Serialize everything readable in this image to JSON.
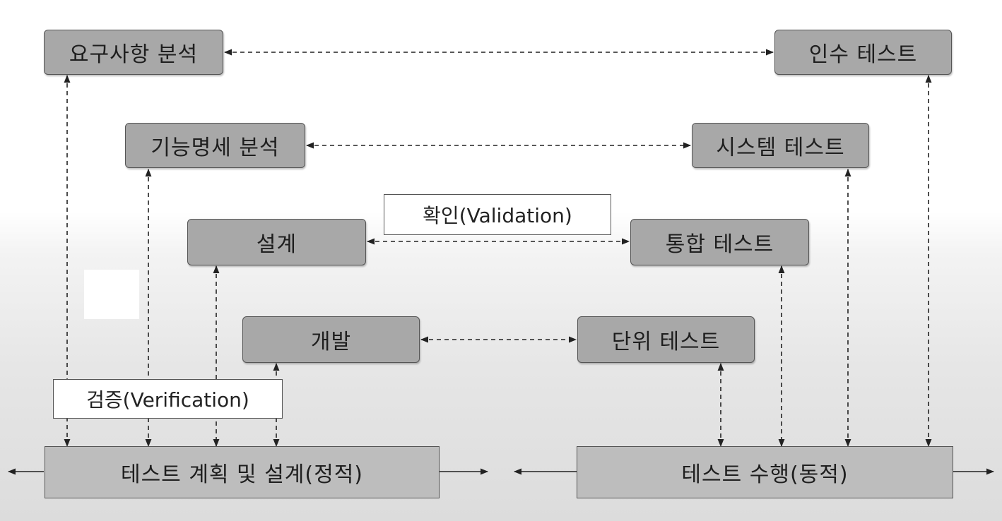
{
  "left_stages": [
    {
      "id": "req",
      "label": "요구사항 분석"
    },
    {
      "id": "func",
      "label": "기능명세 분석"
    },
    {
      "id": "design",
      "label": "설계"
    },
    {
      "id": "dev",
      "label": "개발"
    }
  ],
  "right_stages": [
    {
      "id": "acc",
      "label": "인수 테스트"
    },
    {
      "id": "sys",
      "label": "시스템 테스트"
    },
    {
      "id": "int",
      "label": "통합 테스트"
    },
    {
      "id": "unit",
      "label": "단위 테스트"
    }
  ],
  "labels": {
    "validation": "확인(Validation)",
    "verification": "검증(Verification)"
  },
  "bases": {
    "left": "테스트 계획 및 설계(정적)",
    "right": "테스트 수행(동적)"
  },
  "colors": {
    "stage_fill": "#a8a8a8",
    "base_fill": "#bdbdbd",
    "line": "#222222"
  }
}
